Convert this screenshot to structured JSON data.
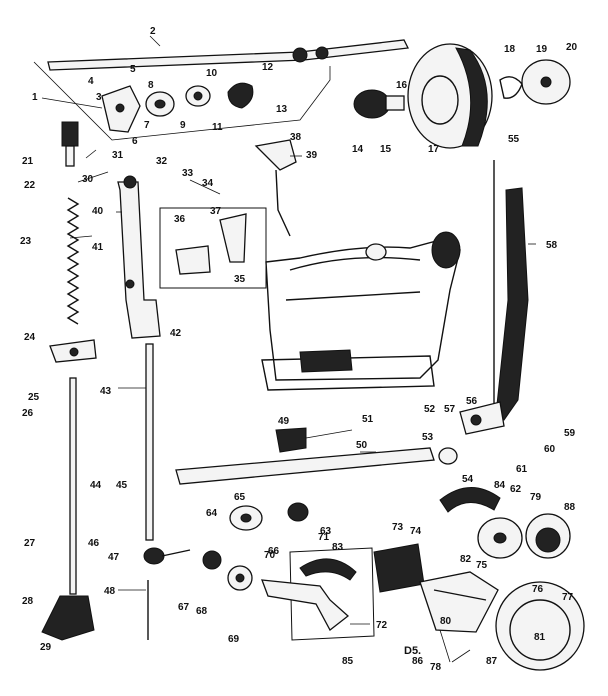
{
  "figure": {
    "code": "D5."
  },
  "callouts": [
    {
      "label": "1"
    },
    {
      "label": "2"
    },
    {
      "label": "3"
    },
    {
      "label": "4"
    },
    {
      "label": "5"
    },
    {
      "label": "6"
    },
    {
      "label": "7"
    },
    {
      "label": "8"
    },
    {
      "label": "9"
    },
    {
      "label": "10"
    },
    {
      "label": "11"
    },
    {
      "label": "12"
    },
    {
      "label": "13"
    },
    {
      "label": "14"
    },
    {
      "label": "15"
    },
    {
      "label": "16"
    },
    {
      "label": "17"
    },
    {
      "label": "18"
    },
    {
      "label": "19"
    },
    {
      "label": "20"
    },
    {
      "label": "21"
    },
    {
      "label": "22"
    },
    {
      "label": "23"
    },
    {
      "label": "24"
    },
    {
      "label": "25"
    },
    {
      "label": "26"
    },
    {
      "label": "27"
    },
    {
      "label": "28"
    },
    {
      "label": "29"
    },
    {
      "label": "30"
    },
    {
      "label": "31"
    },
    {
      "label": "32"
    },
    {
      "label": "33"
    },
    {
      "label": "34"
    },
    {
      "label": "35"
    },
    {
      "label": "36"
    },
    {
      "label": "37"
    },
    {
      "label": "38"
    },
    {
      "label": "39"
    },
    {
      "label": "40"
    },
    {
      "label": "41"
    },
    {
      "label": "42"
    },
    {
      "label": "43"
    },
    {
      "label": "44"
    },
    {
      "label": "45"
    },
    {
      "label": "46"
    },
    {
      "label": "47"
    },
    {
      "label": "48"
    },
    {
      "label": "49"
    },
    {
      "label": "50"
    },
    {
      "label": "51"
    },
    {
      "label": "52"
    },
    {
      "label": "53"
    },
    {
      "label": "54"
    },
    {
      "label": "55"
    },
    {
      "label": "56"
    },
    {
      "label": "57"
    },
    {
      "label": "58"
    },
    {
      "label": "59"
    },
    {
      "label": "60"
    },
    {
      "label": "61"
    },
    {
      "label": "62"
    },
    {
      "label": "63"
    },
    {
      "label": "64"
    },
    {
      "label": "65"
    },
    {
      "label": "66"
    },
    {
      "label": "67"
    },
    {
      "label": "68"
    },
    {
      "label": "69"
    },
    {
      "label": "70"
    },
    {
      "label": "71"
    },
    {
      "label": "72"
    },
    {
      "label": "73"
    },
    {
      "label": "74"
    },
    {
      "label": "75"
    },
    {
      "label": "76"
    },
    {
      "label": "77"
    },
    {
      "label": "78"
    },
    {
      "label": "79"
    },
    {
      "label": "80"
    },
    {
      "label": "81"
    },
    {
      "label": "82"
    },
    {
      "label": "83"
    },
    {
      "label": "84"
    },
    {
      "label": "85"
    },
    {
      "label": "86"
    },
    {
      "label": "87"
    },
    {
      "label": "88"
    }
  ]
}
